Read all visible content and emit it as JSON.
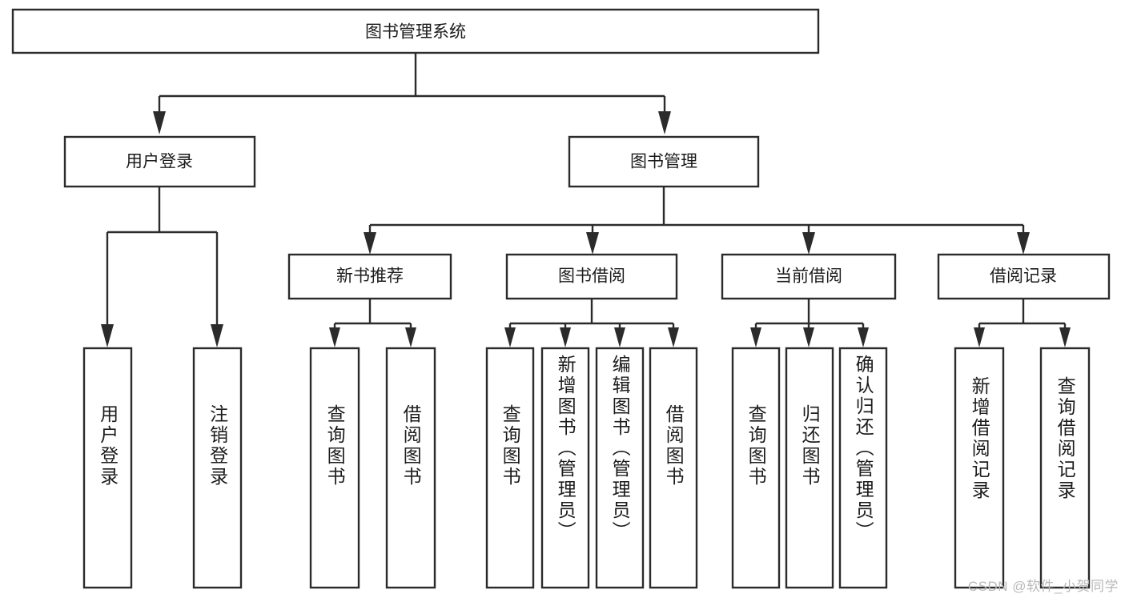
{
  "diagram": {
    "title": "图书管理系统",
    "type": "tree",
    "watermark": "CSDN @软件_小贺同学",
    "colors": {
      "stroke": "#2b2b2b",
      "fill": "#ffffff",
      "text": "#1c1c1c",
      "watermark": "#b9b9b9",
      "background": "#ffffff"
    },
    "root": {
      "label": "图书管理系统"
    },
    "level2": [
      {
        "label": "用户登录"
      },
      {
        "label": "图书管理"
      }
    ],
    "level3": [
      {
        "label": "新书推荐"
      },
      {
        "label": "图书借阅"
      },
      {
        "label": "当前借阅"
      },
      {
        "label": "借阅记录"
      }
    ],
    "leaves": {
      "user_login": [
        {
          "label": "用户登录"
        },
        {
          "label": "注销登录"
        }
      ],
      "new_book_recommend": [
        {
          "label": "查询图书"
        },
        {
          "label": "借阅图书"
        }
      ],
      "book_borrow": [
        {
          "label": "查询图书"
        },
        {
          "label": "新增图书（管理员）"
        },
        {
          "label": "编辑图书（管理员）"
        },
        {
          "label": "借阅图书"
        }
      ],
      "current_borrow": [
        {
          "label": "查询图书"
        },
        {
          "label": "归还图书"
        },
        {
          "label": "确认归还（管理员）"
        }
      ],
      "borrow_record": [
        {
          "label": "新增借阅记录"
        },
        {
          "label": "查询借阅记录"
        }
      ]
    }
  }
}
